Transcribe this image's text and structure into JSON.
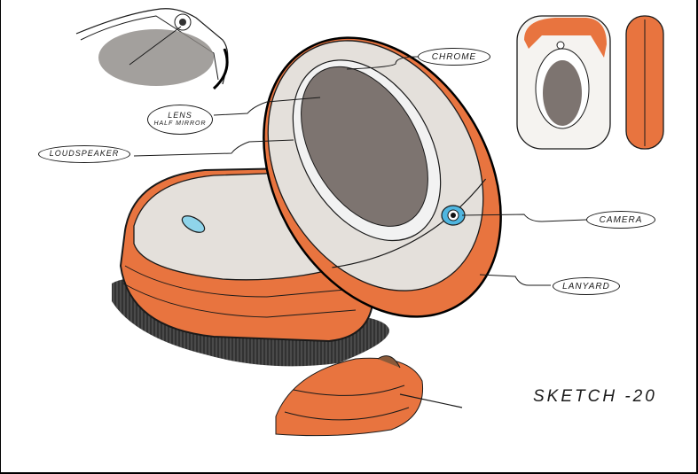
{
  "sketch": {
    "caption": "SKETCH -20",
    "subject": "clamshell mobile phone concept, marker rendering",
    "colors": {
      "accent_orange": "#e8743f",
      "orange_shadow": "#c9531f",
      "body_grey": "#e4e0db",
      "screen_grey": "#7d7470",
      "camera_blue": "#4fb6e0",
      "shadow": "#3a3a3a",
      "ink": "#1a1a1a"
    },
    "callouts": [
      {
        "id": "chrome",
        "lines": [
          "CHROME"
        ]
      },
      {
        "id": "lens",
        "lines": [
          "LENS",
          "HALF MIRROR"
        ]
      },
      {
        "id": "loudspeaker",
        "lines": [
          "LOUDSPEAKER"
        ]
      },
      {
        "id": "camera",
        "lines": [
          "CAMERA"
        ]
      },
      {
        "id": "lanyard",
        "lines": [
          "LANYARD"
        ]
      }
    ],
    "views": [
      {
        "id": "detail-top-left",
        "label": "lens closeup"
      },
      {
        "id": "main-perspective",
        "label": "open phone perspective"
      },
      {
        "id": "front-view",
        "label": "front orthographic"
      },
      {
        "id": "side-view",
        "label": "side orthographic"
      },
      {
        "id": "lanyard-detail",
        "label": "lanyard closeup"
      }
    ]
  }
}
